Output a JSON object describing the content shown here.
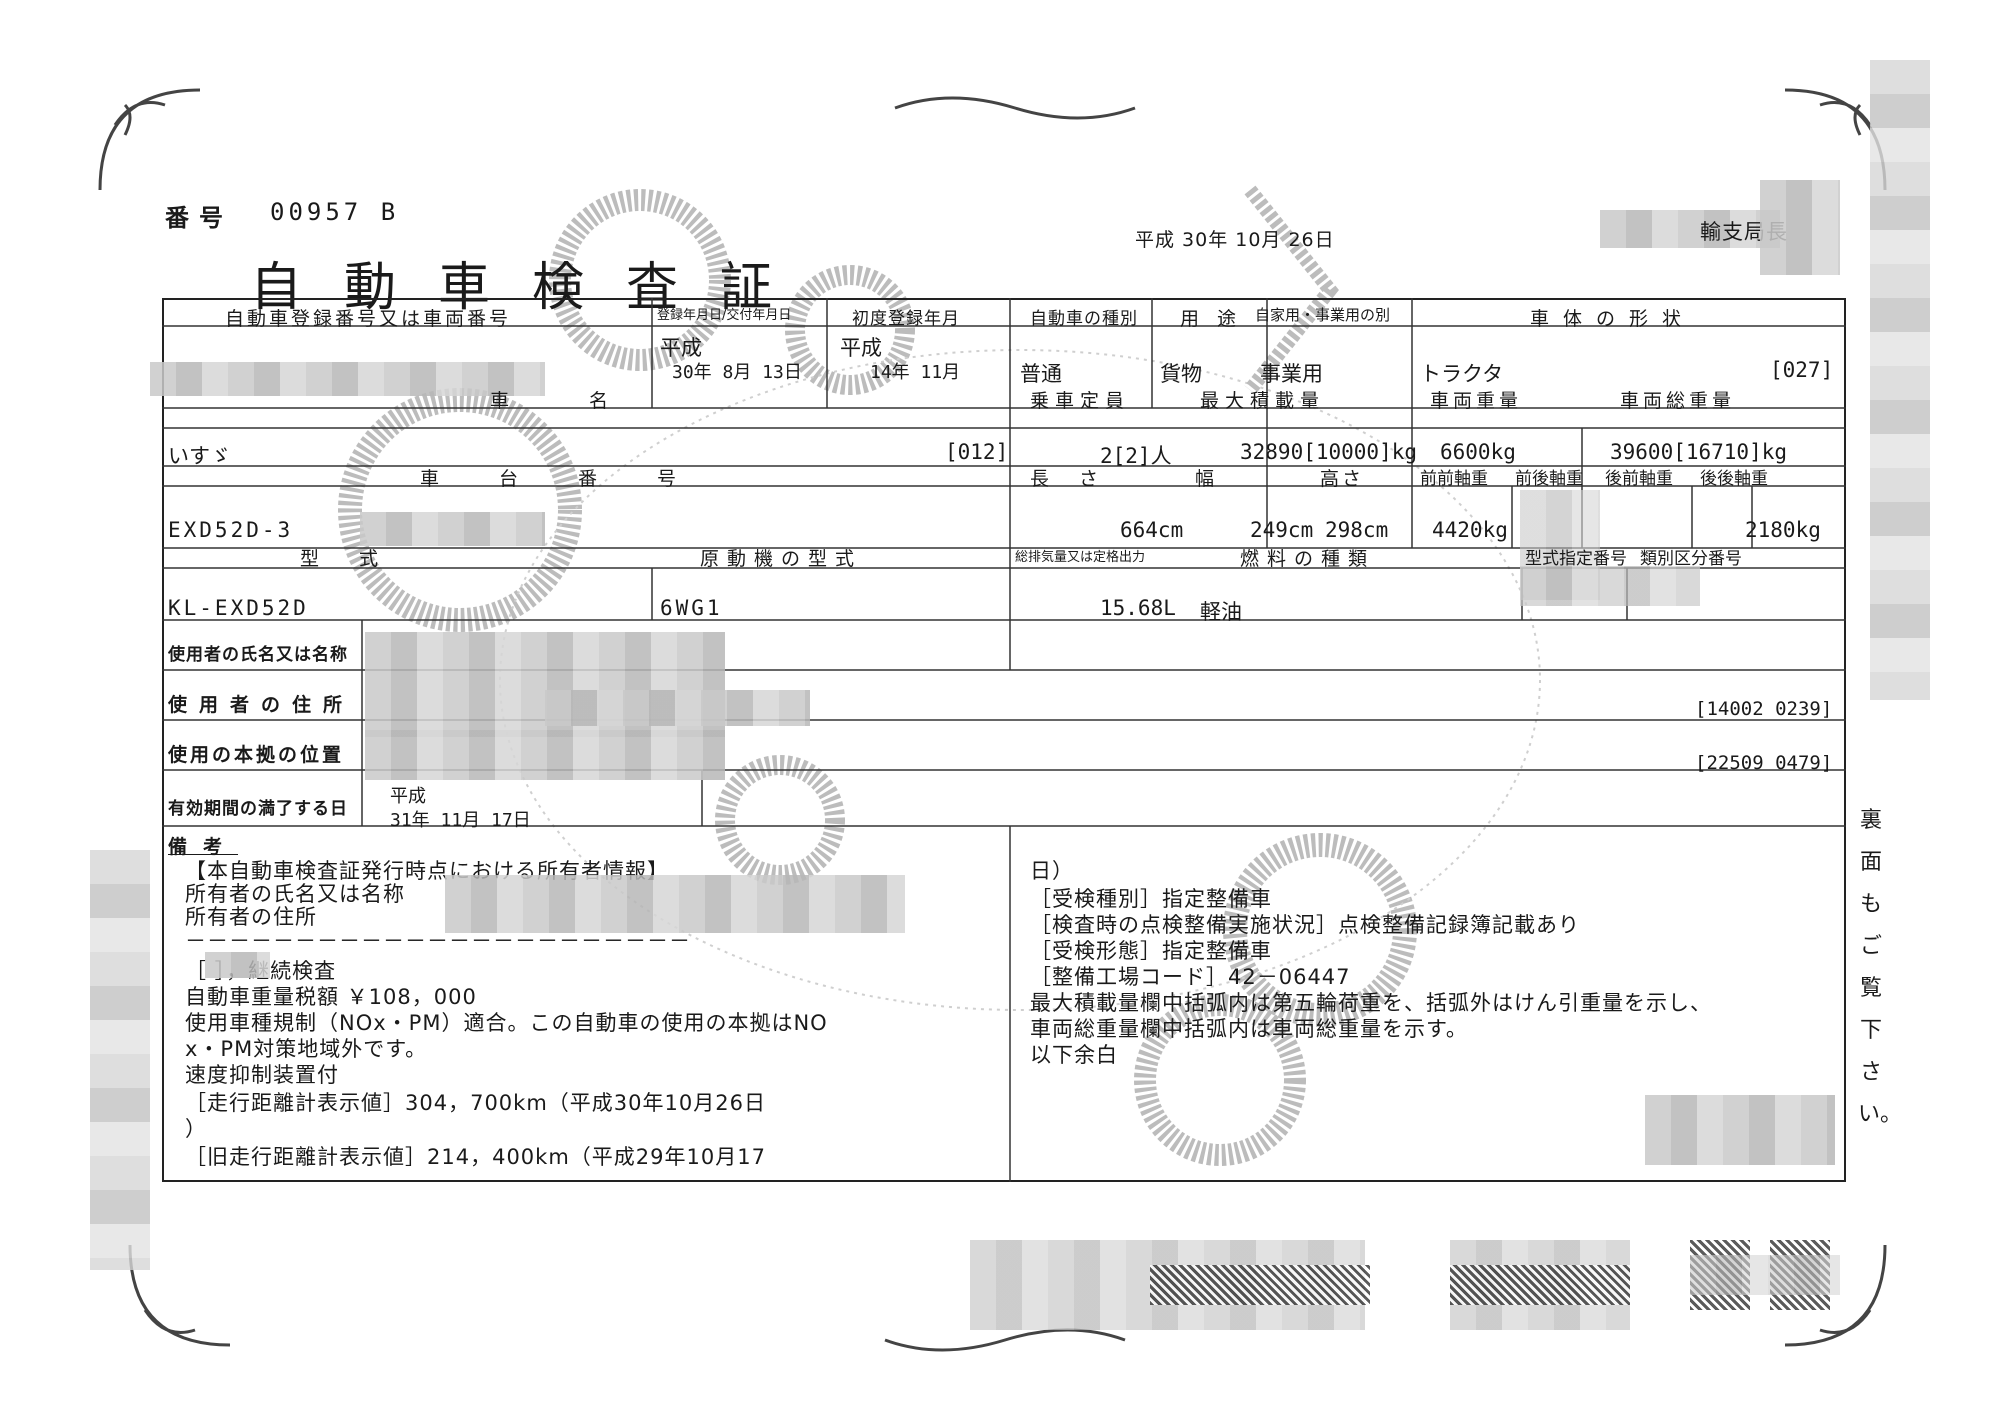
{
  "header": {
    "number_label": "番号",
    "number_value": "00957 B",
    "title": "自動車検査証",
    "issue_date": "平成 30年 10月 26日",
    "issuer": "輸支局長",
    "side_note": "裏面もご覧下さい。"
  },
  "columns": {
    "reg_number": "自動車登録番号又は車両番号",
    "reg_date": "登録年月日/交付年月日",
    "first_reg": "初度登録年月",
    "vehicle_kind": "自動車の種別",
    "use": "用途",
    "private_business": "自家用・事業用の別",
    "body_shape": "車体の形状",
    "maker": "車名",
    "capacity": "乗車定員",
    "max_load": "最大積載量",
    "vehicle_weight": "車両重量",
    "gross_weight": "車両総重量",
    "chassis": "車台番号",
    "length": "長さ",
    "width": "幅",
    "height": "高さ",
    "ff_axle": "前前軸重",
    "fr_axle": "前後軸重",
    "rf_axle": "後前軸重",
    "rr_axle": "後後軸重",
    "model": "型式",
    "engine_model": "原動機の型式",
    "displacement": "総排気量又は定格出力",
    "fuel": "燃料の種類",
    "type_designation": "型式指定番号",
    "category_number": "類別区分番号",
    "owner_name": "使用者の氏名又は名称",
    "owner_address": "使用者の住所",
    "base_location": "使用の本拠の位置",
    "expiry": "有効期間の満了する日",
    "remarks": "備考"
  },
  "values": {
    "reg_era": "平成",
    "reg_date": "30年 8月 13日",
    "first_era": "平成",
    "first_date": "14年 11月",
    "vehicle_kind": "普通",
    "use": "貨物",
    "private_business": "事業用",
    "body_shape": "トラクタ",
    "body_code": "[027]",
    "maker": "いすゞ",
    "maker_code": "[012]",
    "capacity": "2[2]人",
    "max_load": "32890[10000]kg",
    "vehicle_weight": "6600kg",
    "gross_weight": "39600[16710]kg",
    "chassis": "EXD52D-3",
    "length": "664cm",
    "width": "249cm",
    "height": "298cm",
    "ff_axle": "4420kg",
    "rr_axle": "2180kg",
    "model": "KL-EXD52D",
    "engine": "6WG1",
    "displacement": "15.68L",
    "fuel": "軽油",
    "address_code": "[14002 0239]",
    "base_code": "[22509 0479]",
    "expiry_era": "平成",
    "expiry_date": "31年 11月 17日"
  },
  "remarks_left": [
    "【本自動車検査証発行時点における所有者情報】",
    "所有者の氏名又は名称",
    "所有者の住所",
    "－－－－－－－－－－－－－－－－－－－－－－－",
    "［      ］，継続検査",
    "自動車重量税額 ￥108，000",
    "使用車種規制（NOx・PM）適合。この自動車の使用の本拠はNO",
    "x・PM対策地域外です。",
    "速度抑制装置付",
    "［走行距離計表示値］304，700km（平成30年10月26日",
    "）",
    "［旧走行距離計表示値］214，400km（平成29年10月17"
  ],
  "remarks_right": [
    "日）",
    "［受検種別］指定整備車",
    "［検査時の点検整備実施状況］点検整備記録簿記載あり",
    "［受検形態］指定整備車",
    "［整備工場コード］42－06447",
    "最大積載量欄中括弧内は第五輪荷重を、括弧外はけん引重量を示し、",
    "車両総重量欄中括弧内は車両総重量を示す。",
    "以下余白"
  ]
}
